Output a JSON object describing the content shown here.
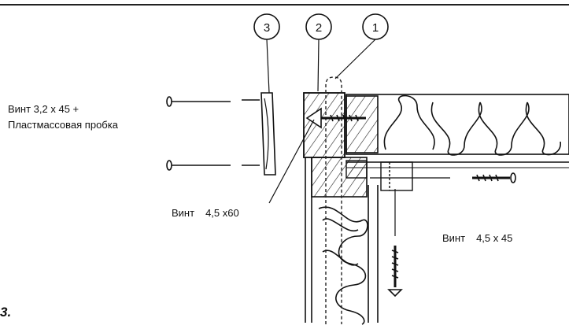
{
  "callouts": [
    "1",
    "2",
    "3"
  ],
  "labels": {
    "screw_left_line1": "Винт 3,2 x 45 +",
    "screw_left_line2": "Пластмассовая пробка",
    "screw_mid_word": "Винт",
    "screw_mid_size": "4,5 x60",
    "screw_right_word": "Винт",
    "screw_right_size": "4,5 x 45",
    "corner_mark": "3."
  }
}
